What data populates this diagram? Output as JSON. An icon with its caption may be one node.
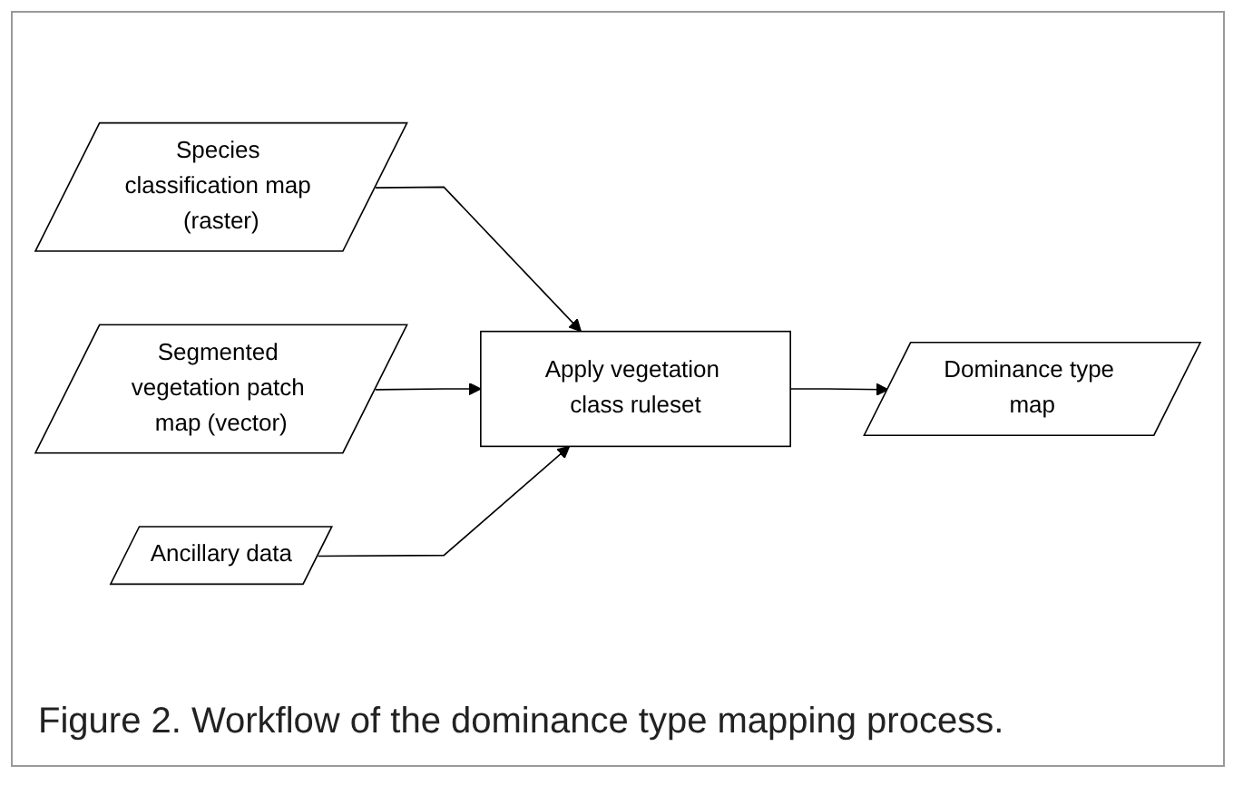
{
  "diagram": {
    "caption": "Figure 2. Workflow of the dominance type mapping process.",
    "nodes": [
      {
        "text": [
          "Species classification map (raster)"
        ]
      },
      {
        "text": [
          "Segmented vegetation patch map (vector)"
        ]
      },
      {
        "text": [
          "Ancillary data"
        ]
      },
      {
        "text": [
          "Apply vegetation class ruleset"
        ]
      },
      {
        "text": [
          "Dominance type map"
        ]
      }
    ],
    "edges": [
      {
        "from": 0,
        "to": 3,
        "arrow": "to"
      },
      {
        "from": 1,
        "to": 3,
        "arrow": "to"
      },
      {
        "from": 2,
        "to": 3,
        "arrow": "to"
      },
      {
        "from": 3,
        "to": 4,
        "arrow": "to"
      }
    ]
  }
}
